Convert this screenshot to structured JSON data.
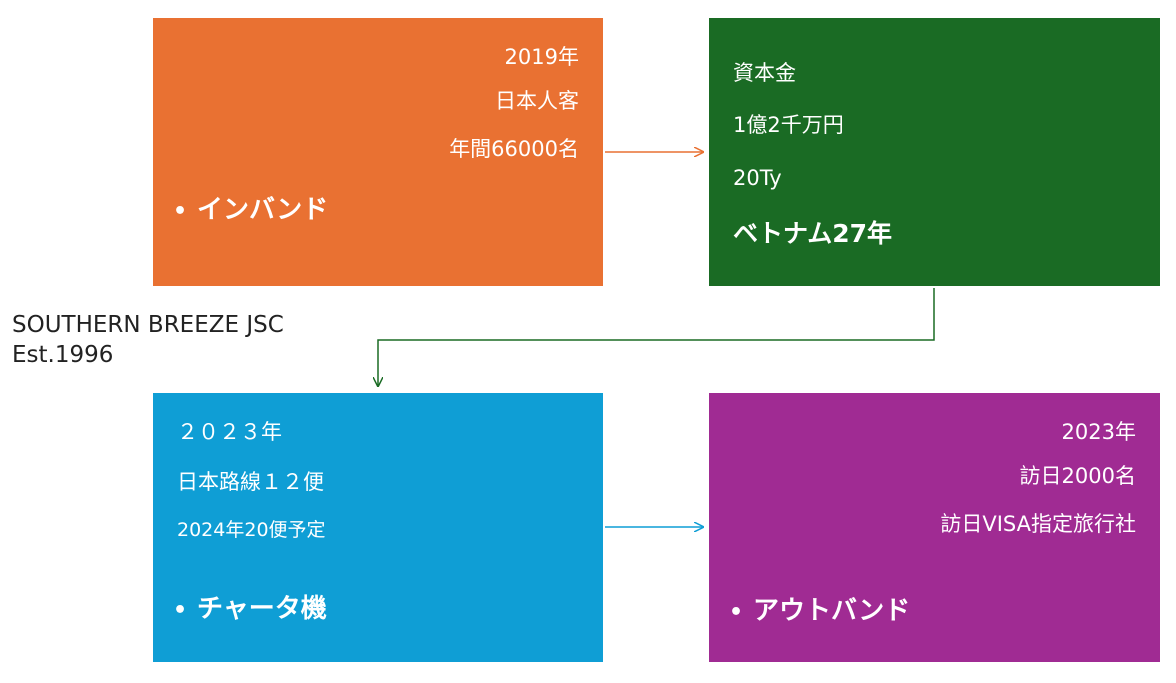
{
  "company": {
    "name": "SOUTHERN BREEZE JSC",
    "established": "Est.1996"
  },
  "boxes": {
    "inbound": {
      "color": "#e97132",
      "lines": [
        "2019年",
        "日本人客",
        "年間66000名"
      ],
      "title": "インバンド"
    },
    "capital": {
      "color": "#1a6b24",
      "lines": [
        "資本金",
        "1億2千万円",
        "20Ty"
      ],
      "title": "ベトナム27年"
    },
    "charter": {
      "color": "#0f9ed5",
      "lines": [
        "２０２３年",
        "日本路線１２便",
        "2024年20便予定"
      ],
      "title": "チャータ機"
    },
    "outbound": {
      "color": "#a02b93",
      "lines": [
        "2023年",
        "訪日2000名",
        "訪日VISA指定旅行社"
      ],
      "title": "アウトバンド"
    }
  },
  "bullet_glyph": "•"
}
